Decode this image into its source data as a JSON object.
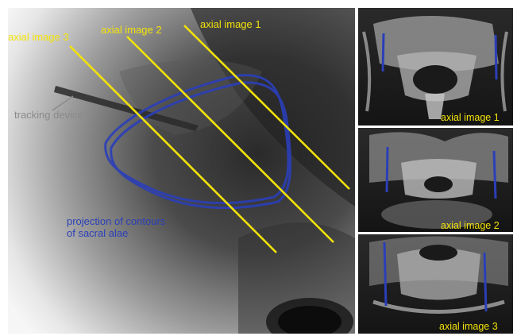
{
  "labels": {
    "axial_image_1": "axial image 1",
    "axial_image_2": "axial image 2",
    "axial_image_3": "axial image 3",
    "tracking_device": "tracking device",
    "projection_line1": "projection of contours",
    "projection_line2": "of sacral alae"
  },
  "panels": [
    {
      "label": "axial image 1"
    },
    {
      "label": "axial image 2"
    },
    {
      "label": "axial image 3"
    }
  ],
  "colors": {
    "yellow": "#f2e20a",
    "blue": "#2b3fb8",
    "label_gray": "#8a8a8a",
    "panel_label": "#f2e20a"
  }
}
